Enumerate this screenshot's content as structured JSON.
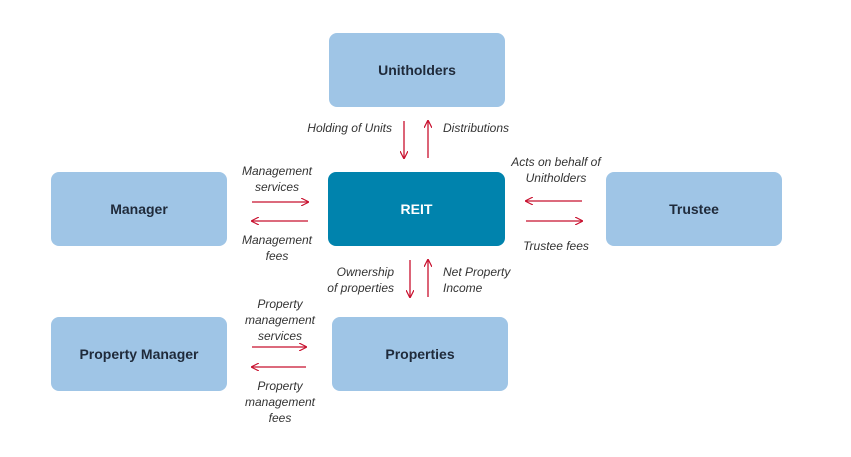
{
  "colors": {
    "box_fill": "#9fc5e6",
    "reit_fill": "#0083ad",
    "arrow": "#c8102e"
  },
  "boxes": {
    "unitholders": "Unitholders",
    "manager": "Manager",
    "reit": "REIT",
    "trustee": "Trustee",
    "property_manager": "Property Manager",
    "properties": "Properties"
  },
  "labels": {
    "holding_of_units": "Holding of Units",
    "distributions": "Distributions",
    "management_services": "Management\nservices",
    "management_fees": "Management\nfees",
    "acts_on_behalf": "Acts on behalf of\nUnitholders",
    "trustee_fees": "Trustee fees",
    "ownership_of_properties": "Ownership\nof properties",
    "net_property_income": "Net Property\nIncome",
    "property_management_services": "Property\nmanagement\nservices",
    "property_management_fees": "Property\nmanagement\nfees"
  }
}
